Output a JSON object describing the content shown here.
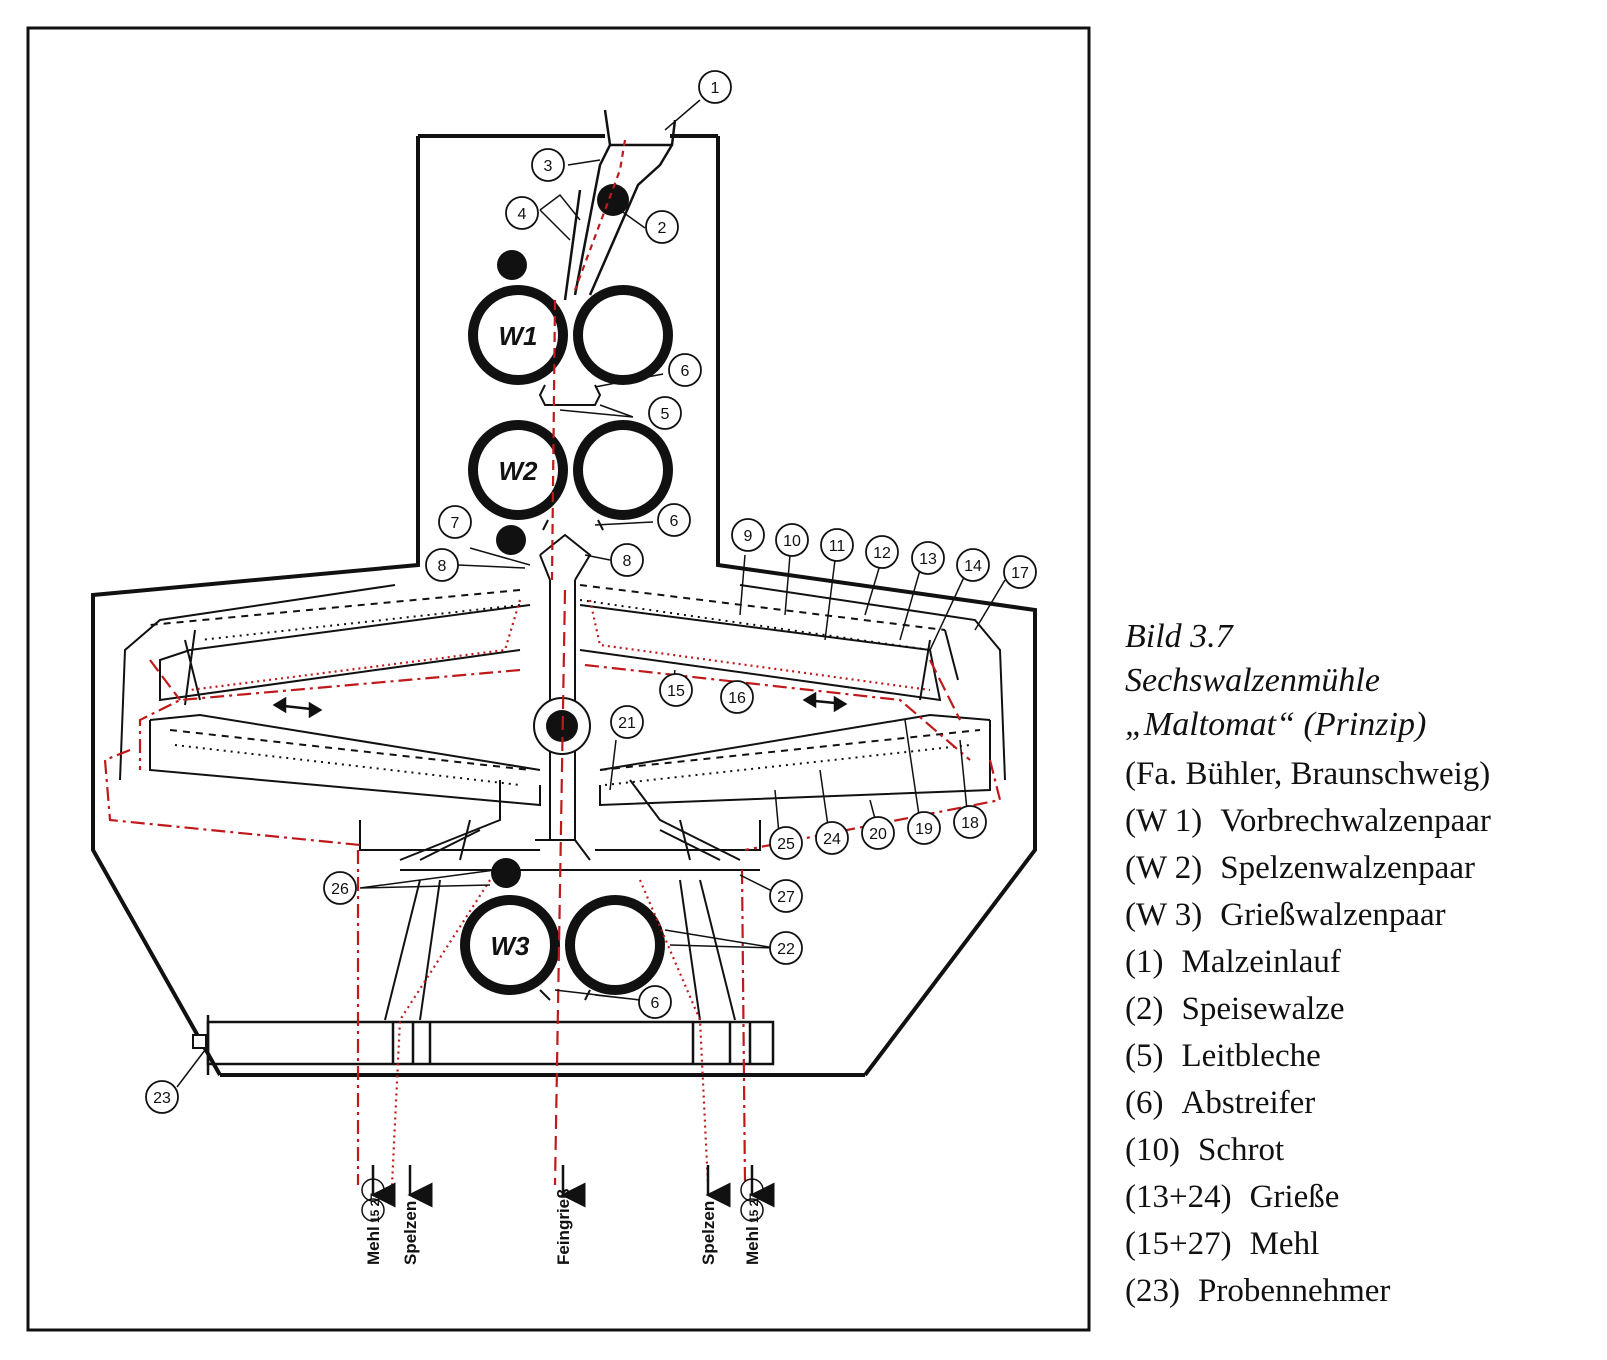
{
  "caption": {
    "figure": "Bild 3.7",
    "title": "Sechswalzenmühle",
    "subtitle": "„Maltomat“ (Prinzip)",
    "company": "(Fa. Bühler, Braunschweig)",
    "legend": [
      {
        "code": "(W 1)",
        "text": "Vorbrechwalzenpaar"
      },
      {
        "code": "(W 2)",
        "text": "Spelzenwalzenpaar"
      },
      {
        "code": "(W 3)",
        "text": "Grießwalzenpaar"
      },
      {
        "code": "(1)",
        "text": "Malzeinlauf"
      },
      {
        "code": "(2)",
        "text": "Speisewalze"
      },
      {
        "code": "(5)",
        "text": "Leitbleche"
      },
      {
        "code": "(6)",
        "text": "Abstreifer"
      },
      {
        "code": "(10)",
        "text": "Schrot"
      },
      {
        "code": "(13+24)",
        "text": "Grieße"
      },
      {
        "code": "(15+27)",
        "text": "Mehl"
      },
      {
        "code": "(23)",
        "text": "Probennehmer"
      }
    ]
  },
  "rollers": {
    "w1": "W1",
    "w2": "W2",
    "w3": "W3"
  },
  "callouts": {
    "n1": "1",
    "n2": "2",
    "n3": "3",
    "n4": "4",
    "n5": "5",
    "n6": "6",
    "n7": "7",
    "n8": "8",
    "n9": "9",
    "n10": "10",
    "n11": "11",
    "n12": "12",
    "n13": "13",
    "n14": "14",
    "n15": "15",
    "n16": "16",
    "n17": "17",
    "n18": "18",
    "n19": "19",
    "n20": "20",
    "n21": "21",
    "n22": "22",
    "n23": "23",
    "n24": "24",
    "n25": "25",
    "n26": "26",
    "n27": "27"
  },
  "outlets": {
    "mehl": "Mehl",
    "spelzen": "Spelzen",
    "feingriess": "Feingrieß",
    "ref_15_27": "15 27"
  },
  "colors": {
    "line": "#111111",
    "flow": "#c0191b"
  }
}
